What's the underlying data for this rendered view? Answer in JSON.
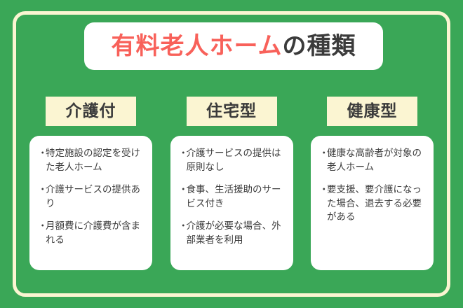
{
  "theme": {
    "background_green": "#3aa757",
    "cream": "#fbf5d2",
    "accent_red": "#f8615a",
    "text_dark": "#3b3b3b",
    "card_white": "#ffffff"
  },
  "title": {
    "accent": "有料老人ホーム",
    "rest": "の種類",
    "full": "有料老人ホームの種類"
  },
  "bullet_mark": "・",
  "columns": [
    {
      "header": "介護付",
      "items": [
        "特定施設の認定を受けた老人ホーム",
        "介護サービスの提供あり",
        "月額費に介護費が含まれる"
      ]
    },
    {
      "header": "住宅型",
      "items": [
        "介護サービスの提供は原則なし",
        "食事、生活援助のサービス付き",
        "介護が必要な場合、外部業者を利用"
      ]
    },
    {
      "header": "健康型",
      "items": [
        "健康な高齢者が対象の老人ホーム",
        "要支援、要介護になった場合、退去する必要がある"
      ]
    }
  ]
}
